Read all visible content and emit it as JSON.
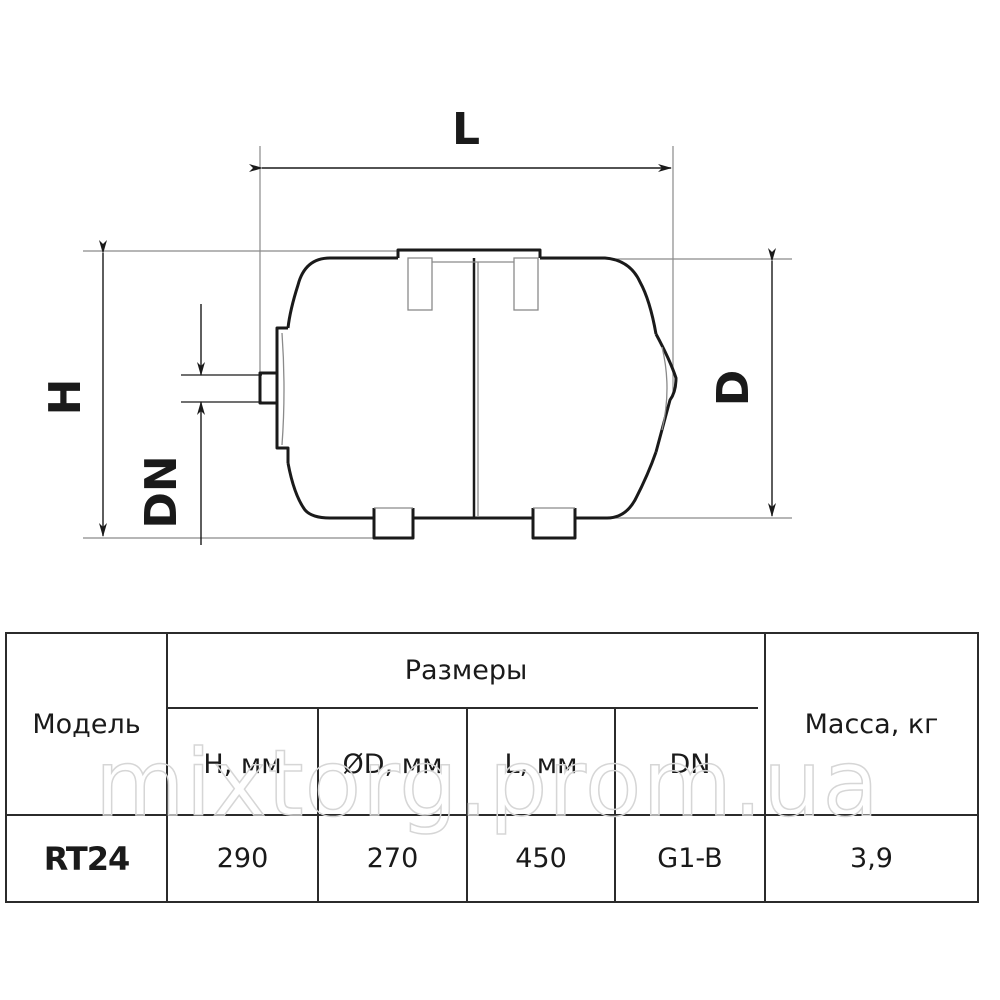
{
  "diagram": {
    "subject": "horizontal expansion tank",
    "dimension_labels": {
      "length": "L",
      "height": "H",
      "diameter": "D",
      "connection": "DN"
    }
  },
  "table": {
    "headers": {
      "model": "Модель",
      "sizes_group": "Размеры",
      "mass": "Масса, кг",
      "columns": [
        "H, мм",
        "ØD, мм",
        "L, мм",
        "DN"
      ]
    },
    "rows": [
      {
        "model": "RT24",
        "values": [
          "290",
          "270",
          "450",
          "G1-B"
        ],
        "mass": "3,9"
      }
    ]
  },
  "watermark": "mixtorg.prom.ua",
  "colors": {
    "line": "#2b2b2b",
    "thin_line": "#8a8a8a",
    "text": "#1a1a1a",
    "watermark_stroke": "#d6d6d6"
  }
}
